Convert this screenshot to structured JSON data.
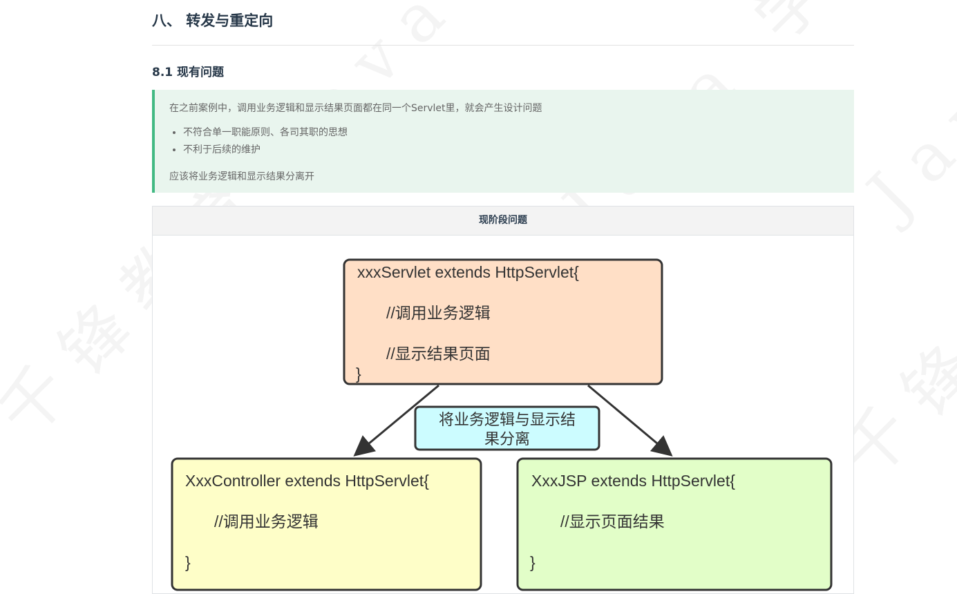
{
  "watermark": {
    "text": "千锋教育 Java 学院"
  },
  "heading": "八、 转发与重定向",
  "subheading": "8.1 现有问题",
  "tip": {
    "intro": "在之前案例中，调用业务逻辑和显示结果页面都在同一个Servlet里，就会产生设计问题",
    "items": [
      "不符合单一职能原则、各司其职的思想",
      "不利于后续的维护"
    ],
    "conclusion": "应该将业务逻辑和显示结果分离开",
    "accent_color": "#42b983",
    "background_color": "#e9f5ee"
  },
  "figure": {
    "caption": "现阶段问题",
    "servlet_box": {
      "line1": "xxxServlet extends HttpServlet{",
      "line2": "//调用业务逻辑",
      "line3": "//显示结果页面",
      "line4": "}",
      "fill": "#ffdfc6"
    },
    "separate_label": {
      "line1": "将业务逻辑与显示结",
      "line2": "果分离",
      "fill": "#ccfcff"
    },
    "controller_box": {
      "line1": "XxxController extends HttpServlet{",
      "line2": "//调用业务逻辑",
      "line3": "}",
      "fill": "#fefec8"
    },
    "jsp_box": {
      "line1": "XxxJSP extends HttpServlet{",
      "line2": "//显示页面结果",
      "line3": "}",
      "fill": "#e2fec8"
    }
  }
}
